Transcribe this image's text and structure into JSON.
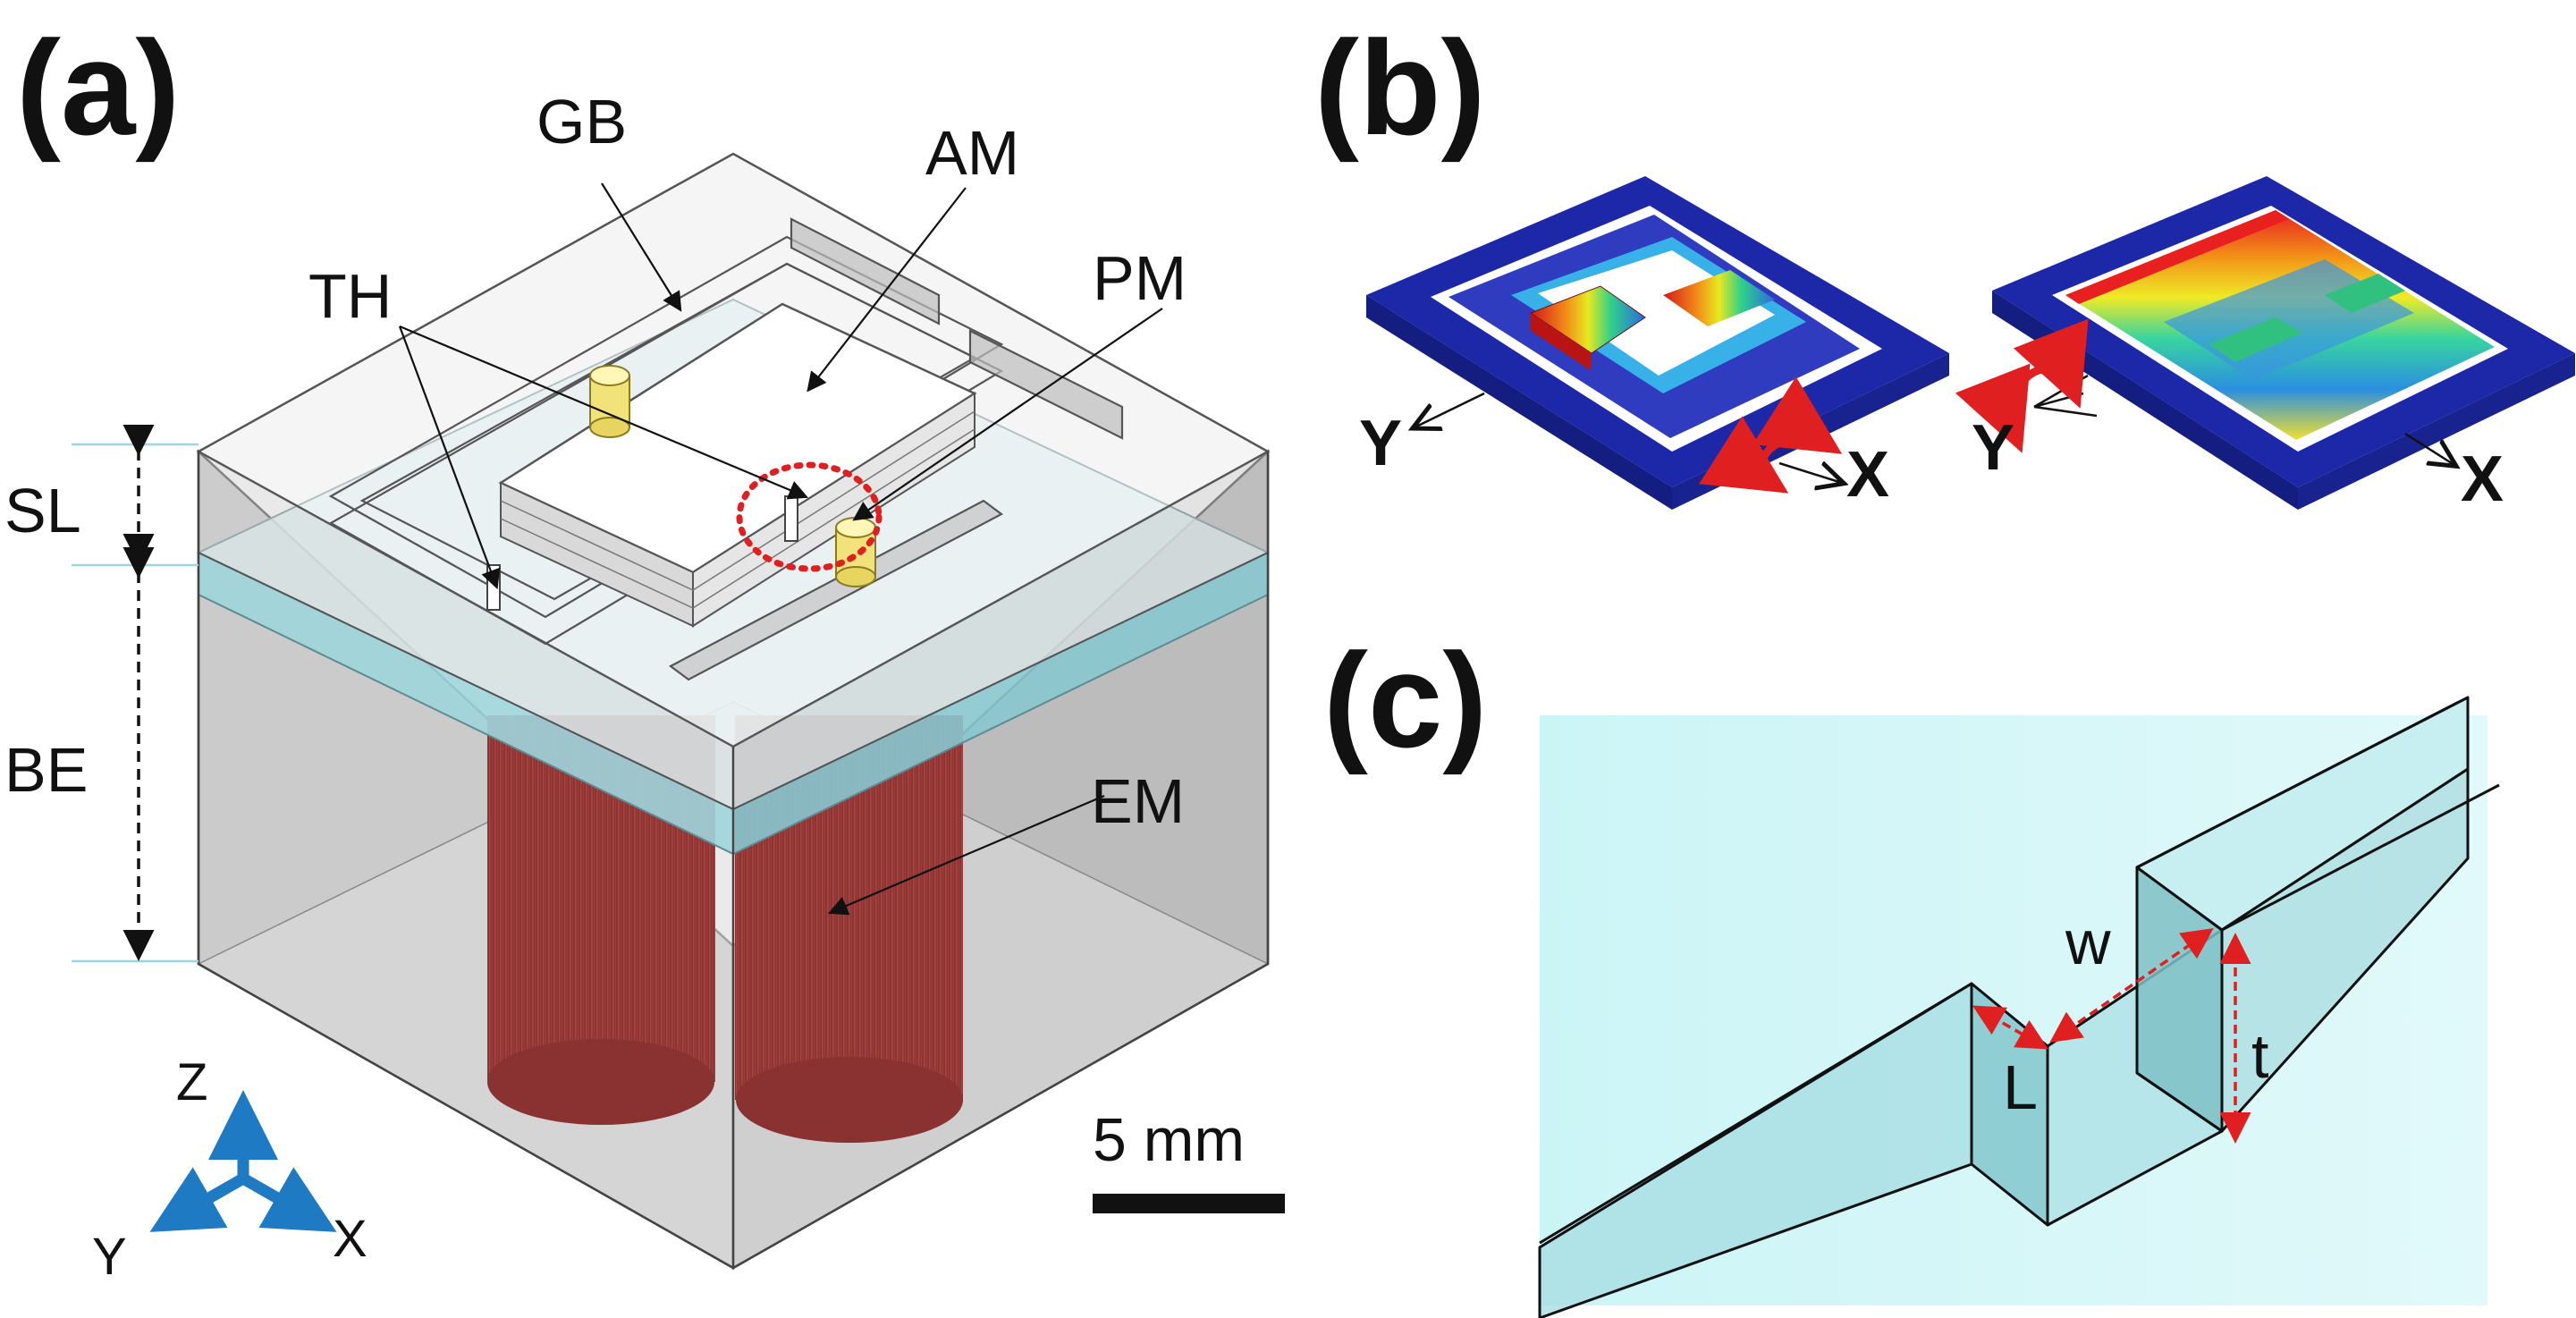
{
  "panels": {
    "a": "(a)",
    "b": "(b)",
    "c": "(c)"
  },
  "panel_a": {
    "labels": {
      "gb": "GB",
      "am": "AM",
      "th": "TH",
      "pm": "PM",
      "sl": "SL",
      "be": "BE",
      "em": "EM"
    },
    "axes": {
      "z": "Z",
      "y": "Y",
      "x": "X"
    },
    "scale_bar": "5 mm",
    "colors": {
      "glass": "#cdeff3",
      "housing": "#c8c8c8",
      "coil": "#a83a3a",
      "magnet": "#f2e27a",
      "highlight": "#e02020",
      "axis_triad": "#1f7ac4"
    }
  },
  "panel_b": {
    "left_axes": {
      "y": "Y",
      "x": "X"
    },
    "right_axes": {
      "y": "Y",
      "x": "X"
    },
    "colors": {
      "frame": "#2a36b0",
      "rotation_arrow": "#e02020"
    }
  },
  "panel_c": {
    "labels": {
      "w": "w",
      "l": "L",
      "t": "t"
    },
    "colors": {
      "glass": "#c9f4f6",
      "dimension": "#e02020"
    }
  }
}
